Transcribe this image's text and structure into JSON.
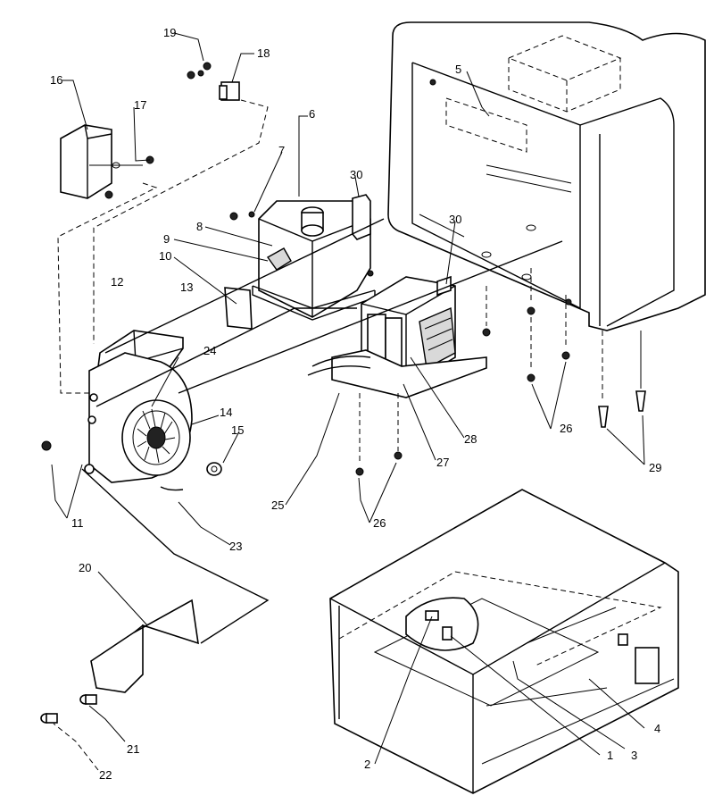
{
  "callouts": {
    "c1": "1",
    "c2": "2",
    "c3": "3",
    "c4": "4",
    "c5": "5",
    "c6": "6",
    "c7": "7",
    "c8": "8",
    "c9": "9",
    "c10": "10",
    "c11": "11",
    "c12": "12",
    "c13": "13",
    "c14": "14",
    "c15": "15",
    "c16": "16",
    "c17": "17",
    "c18": "18",
    "c19": "19",
    "c20": "20",
    "c21": "21",
    "c22": "22",
    "c23": "23",
    "c24": "24",
    "c25": "25",
    "c26a": "26",
    "c26b": "26",
    "c27": "27",
    "c28": "28",
    "c29": "29",
    "c30a": "30",
    "c30b": "30"
  }
}
